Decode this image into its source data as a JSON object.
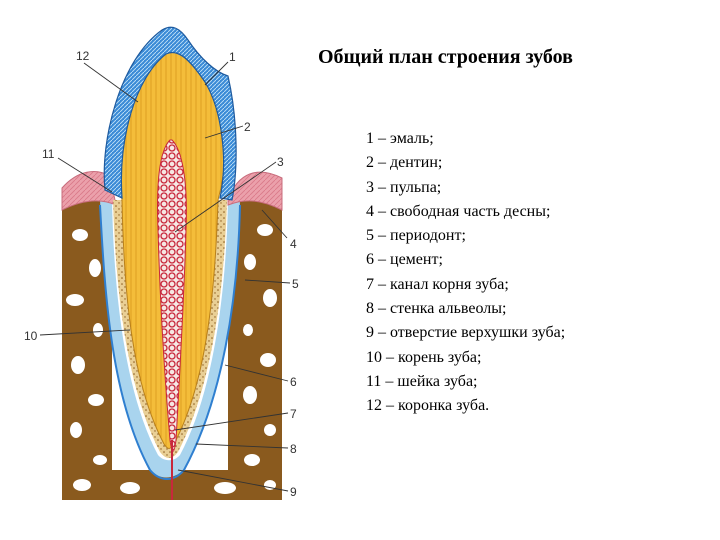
{
  "title": "Общий план строения зубов",
  "legend": [
    "1 – эмаль;",
    "2 – дентин;",
    "3 – пульпа;",
    "4 – свободная часть десны;",
    "5 – периодонт;",
    "6 – цемент;",
    "7 – канал корня зуба;",
    "8 – стенка альвеолы;",
    "9 – отверстие верхушки зуба;",
    "10 – корень зуба;",
    "11 – шейка зуба;",
    "12 – коронка зуба."
  ],
  "callouts": [
    "1",
    "2",
    "3",
    "4",
    "5",
    "6",
    "7",
    "8",
    "9",
    "10",
    "11",
    "12"
  ],
  "colors": {
    "enamel": "#2f7fd0",
    "dentin": "#f2b630",
    "pulp": "#c8283c",
    "gum": "#e89aa6",
    "bone": "#8a5a1e",
    "periodontium": "#a9d4ee"
  }
}
